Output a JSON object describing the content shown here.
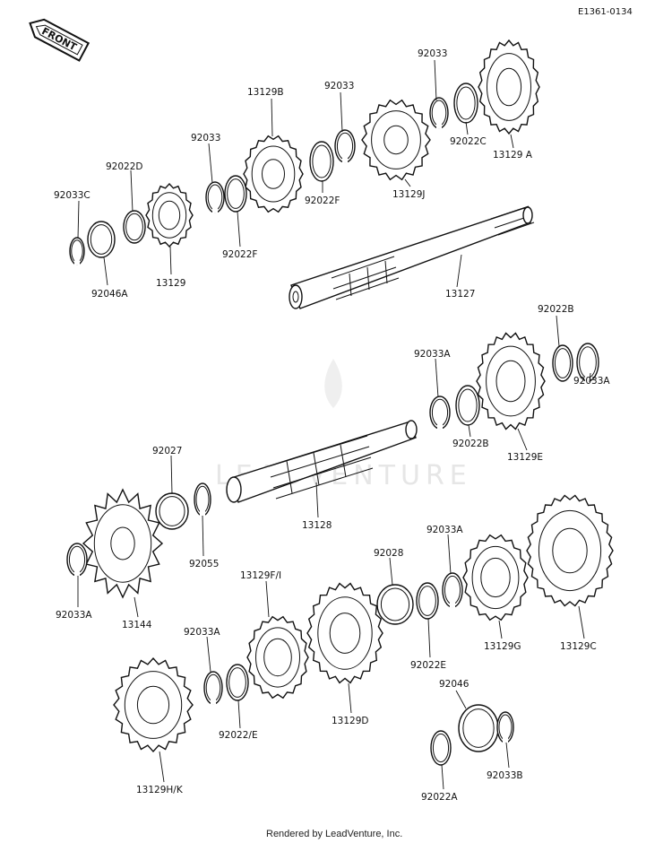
{
  "diagram": {
    "reference_code": "E1361-0134",
    "front_label": "FRONT",
    "watermark_text": "LEADVENTURE",
    "footer": "Rendered by LeadVenture, Inc.",
    "labels": [
      {
        "id": "92033-top",
        "text": "92033"
      },
      {
        "id": "92033-mid",
        "text": "92033"
      },
      {
        "id": "92033-left",
        "text": "92033"
      },
      {
        "id": "13129B",
        "text": "13129B"
      },
      {
        "id": "92022C",
        "text": "92022C"
      },
      {
        "id": "13129A",
        "text": "13129 A"
      },
      {
        "id": "13129J",
        "text": "13129J"
      },
      {
        "id": "92022F-a",
        "text": "92022F"
      },
      {
        "id": "92022F-b",
        "text": "92022F"
      },
      {
        "id": "92022D",
        "text": "92022D"
      },
      {
        "id": "92033C",
        "text": "92033C"
      },
      {
        "id": "92046A",
        "text": "92046A"
      },
      {
        "id": "13129",
        "text": "13129"
      },
      {
        "id": "13127",
        "text": "13127"
      },
      {
        "id": "92022B-a",
        "text": "92022B"
      },
      {
        "id": "92033A-a",
        "text": "92033A"
      },
      {
        "id": "92033A-b",
        "text": "92033A"
      },
      {
        "id": "92022B-b",
        "text": "92022B"
      },
      {
        "id": "13129E",
        "text": "13129E"
      },
      {
        "id": "92027",
        "text": "92027"
      },
      {
        "id": "13128",
        "text": "13128"
      },
      {
        "id": "92055",
        "text": "92055"
      },
      {
        "id": "92033A-c",
        "text": "92033A"
      },
      {
        "id": "13144",
        "text": "13144"
      },
      {
        "id": "13129FI",
        "text": "13129F/I"
      },
      {
        "id": "92028",
        "text": "92028"
      },
      {
        "id": "92033A-d",
        "text": "92033A"
      },
      {
        "id": "13129G",
        "text": "13129G"
      },
      {
        "id": "13129C",
        "text": "13129C"
      },
      {
        "id": "92022E",
        "text": "92022E"
      },
      {
        "id": "92033A-e",
        "text": "92033A"
      },
      {
        "id": "92022-E",
        "text": "92022/E"
      },
      {
        "id": "13129D",
        "text": "13129D"
      },
      {
        "id": "92046",
        "text": "92046"
      },
      {
        "id": "92033B",
        "text": "92033B"
      },
      {
        "id": "92022A",
        "text": "92022A"
      },
      {
        "id": "13129HK",
        "text": "13129H/K"
      }
    ]
  }
}
